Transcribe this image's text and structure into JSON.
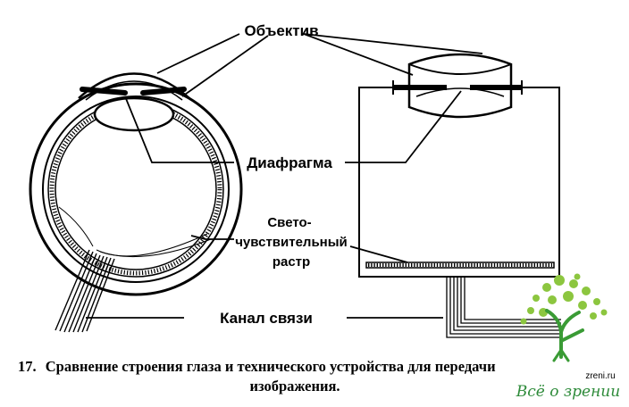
{
  "labels": {
    "objective": "Объектив",
    "diaphragm": "Диафрагма",
    "raster_line1": "Свето-",
    "raster_line2": "чувствительный",
    "raster_line3": "растр",
    "channel": "Канал связи"
  },
  "caption": {
    "number": "17.",
    "line1": "Сравнение строения глаза и технического устройства для передачи",
    "line2": "изображения."
  },
  "watermark": {
    "domain": "zreni.ru",
    "text": "Всё о зрении"
  },
  "colors": {
    "line": "#000000",
    "tree_green": "#8cc63f",
    "tree_dark": "#3a9b35",
    "watermark_text": "#2e8b3a"
  },
  "icons": {
    "watermark_logo": "tree-person-icon"
  }
}
